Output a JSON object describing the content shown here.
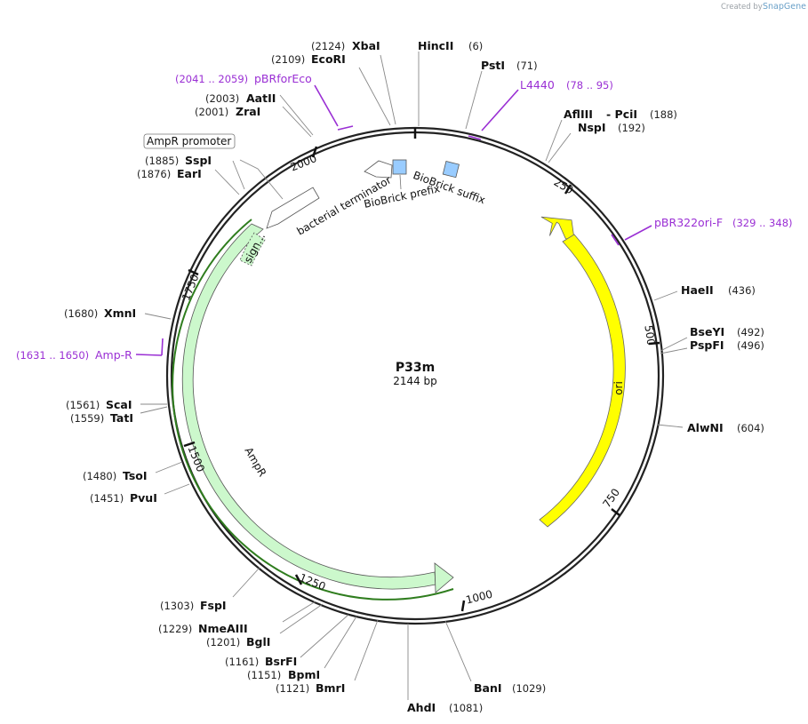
{
  "plasmid": {
    "name": "P33m",
    "length": "2144 bp"
  },
  "credit": {
    "prefix": "Created by",
    "brand": "SnapGene"
  },
  "ticks": [
    "250",
    "500",
    "750",
    "1000",
    "1250",
    "1500",
    "1750",
    "2000"
  ],
  "enzymes": [
    {
      "name": "HincII",
      "pos": "(6)"
    },
    {
      "name": "PstI",
      "pos": "(71)"
    },
    {
      "name": "AflIII",
      "pos": ""
    },
    {
      "name": "- PciI",
      "pos": "(188)"
    },
    {
      "name": "NspI",
      "pos": "(192)"
    },
    {
      "name": "HaeII",
      "pos": "(436)"
    },
    {
      "name": "BseYI",
      "pos": "(492)"
    },
    {
      "name": "PspFI",
      "pos": "(496)"
    },
    {
      "name": "AlwNI",
      "pos": "(604)"
    },
    {
      "name": "BanI",
      "pos": "(1029)"
    },
    {
      "name": "AhdI",
      "pos": "(1081)"
    },
    {
      "name": "BmrI",
      "pos": "(1121)"
    },
    {
      "name": "BpmI",
      "pos": "(1151)"
    },
    {
      "name": "BsrFI",
      "pos": "(1161)"
    },
    {
      "name": "BglI",
      "pos": "(1201)"
    },
    {
      "name": "NmeAIII",
      "pos": "(1229)"
    },
    {
      "name": "FspI",
      "pos": "(1303)"
    },
    {
      "name": "PvuI",
      "pos": "(1451)"
    },
    {
      "name": "TsoI",
      "pos": "(1480)"
    },
    {
      "name": "TatI",
      "pos": "(1559)"
    },
    {
      "name": "ScaI",
      "pos": "(1561)"
    },
    {
      "name": "XmnI",
      "pos": "(1680)"
    },
    {
      "name": "EarI",
      "pos": "(1876)"
    },
    {
      "name": "SspI",
      "pos": "(1885)"
    },
    {
      "name": "ZraI",
      "pos": "(2001)"
    },
    {
      "name": "AatII",
      "pos": "(2003)"
    },
    {
      "name": "EcoRI",
      "pos": "(2109)"
    },
    {
      "name": "XbaI",
      "pos": "(2124)"
    }
  ],
  "primers": [
    {
      "name": "L4440",
      "range": "(78 .. 95)"
    },
    {
      "name": "pBR322ori-F",
      "range": "(329 .. 348)"
    },
    {
      "name": "Amp-R",
      "range": "(1631 .. 1650)"
    },
    {
      "name": "pBRforEco",
      "range": "(2041 .. 2059)"
    }
  ],
  "features": [
    {
      "name": "ori",
      "color": "#ffff00"
    },
    {
      "name": "AmpR",
      "color": "#ccf8cc"
    },
    {
      "name": "sign...",
      "color": "#ccf8cc"
    },
    {
      "name": "AmpR promoter",
      "color": "#ffffff"
    },
    {
      "name": "bacterial terminator",
      "color": "#ffffff"
    },
    {
      "name": "BioBrick prefix",
      "color": "#99ccff"
    },
    {
      "name": "BioBrick suffix",
      "color": "#99ccff"
    }
  ],
  "colors": {
    "primer": "#9a2fd4",
    "backbone": "#222222",
    "ampr_outline": "#2f7d1e"
  }
}
